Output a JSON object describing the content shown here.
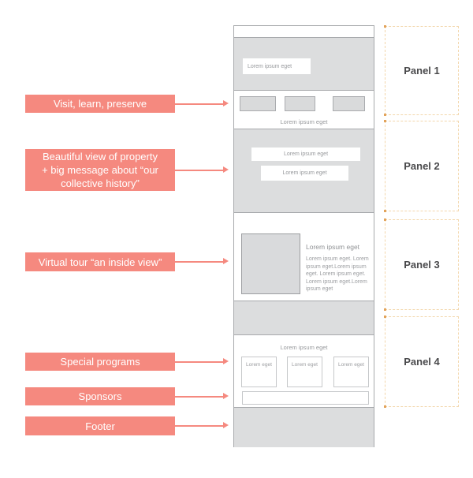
{
  "callouts": [
    {
      "text": "Visit, learn, preserve"
    },
    {
      "text": "Beautiful view of property\n+ big message about “our\ncollective history”"
    },
    {
      "text": "Virtual tour “an inside view”"
    },
    {
      "text": "Special programs"
    },
    {
      "text": "Sponsors"
    },
    {
      "text": "Footer"
    }
  ],
  "panels": [
    {
      "label": "Panel 1"
    },
    {
      "label": "Panel 2"
    },
    {
      "label": "Panel 3"
    },
    {
      "label": "Panel 4"
    }
  ],
  "wireframe": {
    "hero_button": "Lorem ipsum eget",
    "features_caption": "Lorem ipsum eget",
    "message_box_1": "Lorem ipsum eget",
    "message_box_2": "Lorem ipsum eget",
    "tour_heading": "Lorem ipsum eget",
    "tour_body": "Lorem ipsum eget. Lorem ipsum eget.Lorem ipsum eget. Lorem ipsum eget. Lorem ipsum eget.Lorem ipsum eget",
    "programs_caption": "Lorem ipsum eget",
    "program_cards": [
      "Lorem eget",
      "Lorem eget",
      "Lorem eget"
    ]
  },
  "colors": {
    "callout_fill": "#F5897F",
    "arrow": "#F5897F",
    "panel_border": "#F3D7AC",
    "panel_corner_dot": "#E2A35B",
    "panel_label_text": "#4A4A4C",
    "section_fill": "#DCDDDE",
    "section_border": "#A7A9AC",
    "wireframe_text": "#97999C"
  }
}
